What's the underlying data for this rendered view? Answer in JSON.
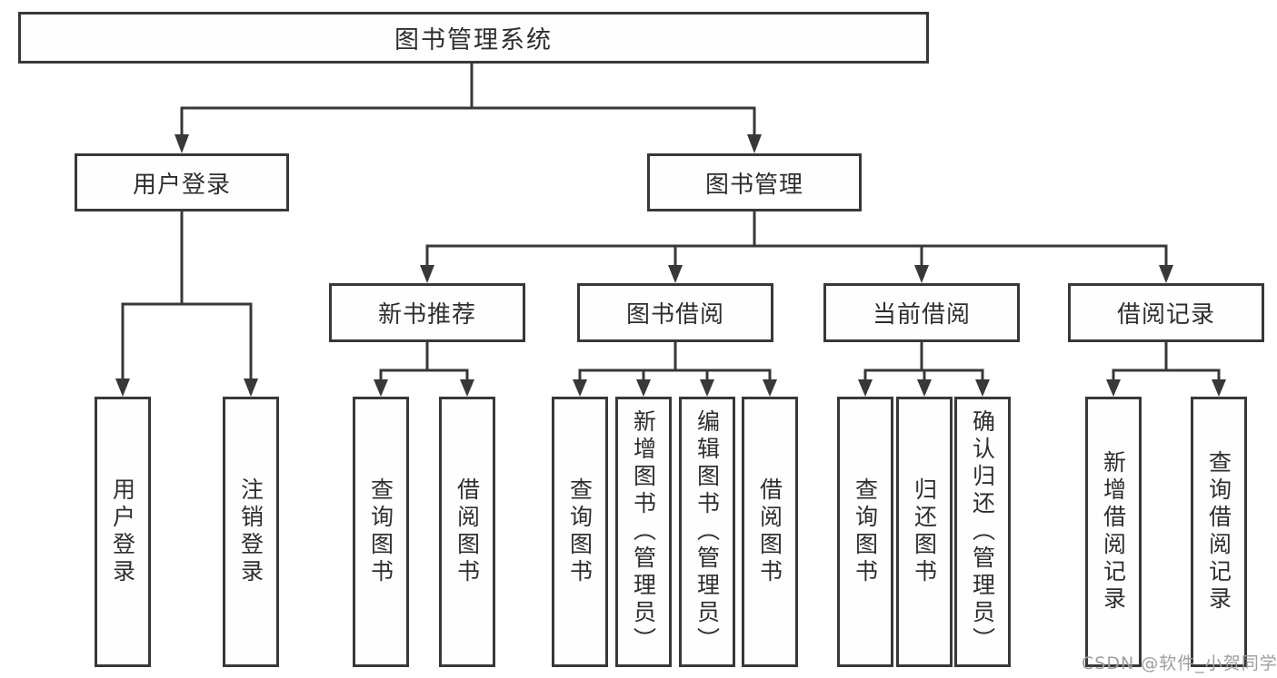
{
  "diagram_type": "hierarchy-tree",
  "colors": {
    "line": "#383838",
    "box_border": "#383838",
    "box_background": "#fefefe",
    "text": "#2e2e2e",
    "watermark": "#9e9e9e",
    "page_background": "#ffffff"
  },
  "tree": {
    "root": {
      "label": "图书管理系统",
      "children": [
        {
          "label": "用户登录",
          "children": [
            {
              "label": "用户登录"
            },
            {
              "label": "注销登录"
            }
          ]
        },
        {
          "label": "图书管理",
          "children": [
            {
              "label": "新书推荐",
              "children": [
                {
                  "label": "查询图书"
                },
                {
                  "label": "借阅图书"
                }
              ]
            },
            {
              "label": "图书借阅",
              "children": [
                {
                  "label": "查询图书"
                },
                {
                  "label": "新增图书（管理员）"
                },
                {
                  "label": "编辑图书（管理员）"
                },
                {
                  "label": "借阅图书"
                }
              ]
            },
            {
              "label": "当前借阅",
              "children": [
                {
                  "label": "查询图书"
                },
                {
                  "label": "归还图书"
                },
                {
                  "label": "确认归还（管理员）"
                }
              ]
            },
            {
              "label": "借阅记录",
              "children": [
                {
                  "label": "新增借阅记录"
                },
                {
                  "label": "查询借阅记录"
                }
              ]
            }
          ]
        }
      ]
    }
  },
  "watermark": {
    "text": "CSDN @软件_小贺同学"
  }
}
